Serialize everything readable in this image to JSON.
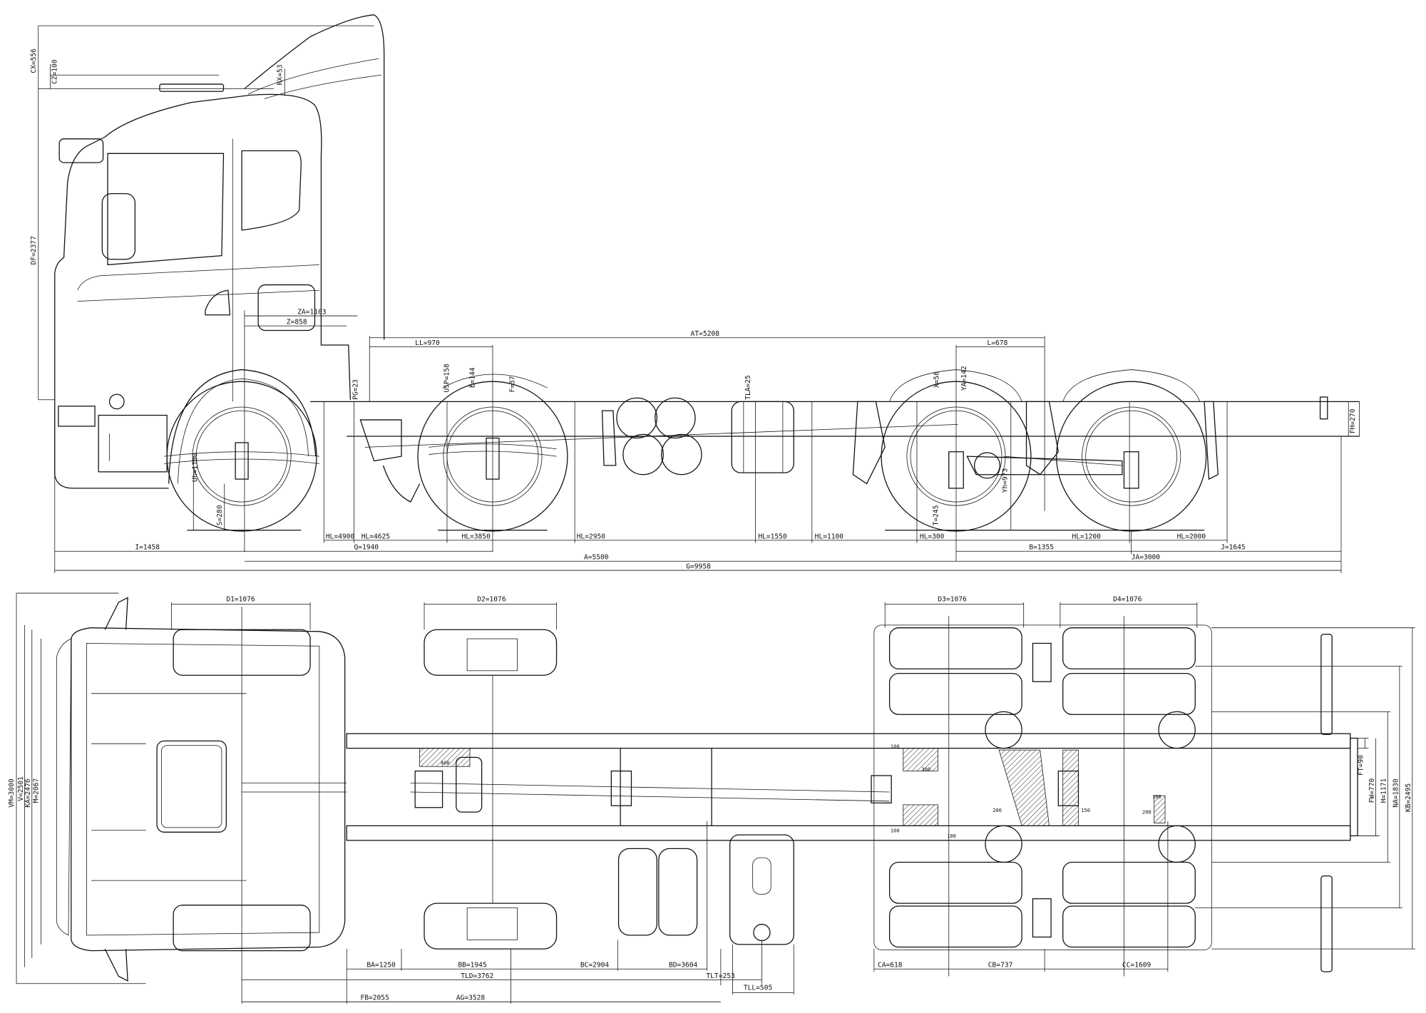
{
  "side_view": {
    "dims": {
      "cx": "CX=556",
      "cz": "CZ=100",
      "rx": "RX=53",
      "df": "DF=2377",
      "za": "ZA=1103",
      "z": "Z=858",
      "at": "AT=5208",
      "ll": "LL=970",
      "l": "L=678",
      "pg": "PG=23",
      "usp": "USP=158",
      "e": "E=144",
      "f": "F=37",
      "tla": "TLA=25",
      "x": "X=58",
      "ya": "YA=142",
      "fh": "FH=270",
      "uh": "Uh=1100",
      "s": "S=280",
      "t": "T=245",
      "yh": "Yh=973",
      "hl": [
        "HL=4900",
        "HL=4625",
        "HL=3850",
        "HL=2950",
        "HL=1550",
        "HL=1100",
        "HL=300",
        "HL=1200",
        "HL=2000"
      ],
      "i": "I=1458",
      "q": "Q=1940",
      "b": "B=1355",
      "j": "J=1645",
      "a": "A=5500",
      "ja": "JA=3000",
      "g": "G=9958"
    }
  },
  "plan_view": {
    "dims": {
      "d1": "D1=1076",
      "d2": "D2=1076",
      "d3": "D3=1076",
      "d4": "D4=1076",
      "vm": "VM=3000",
      "v": "V=2501",
      "ka": "KA=2476",
      "m": "M=2067",
      "ba": "BA=1250",
      "bb": "BB=1945",
      "bc": "BC=2904",
      "bd": "BD=3604",
      "tld": "TLD=3762",
      "tlt": "TLT=253",
      "tll": "TLL=505",
      "fb": "FB=2055",
      "ag": "AG=3528",
      "ca": "CA=618",
      "cb": "CB=737",
      "cc": "CC=1609",
      "ft": "FT=90",
      "fw": "FW=770",
      "h": "H=1171",
      "na": "NA=1830",
      "kb": "KB=2495"
    },
    "small_marks": [
      "400",
      "100",
      "300",
      "100",
      "100",
      "200",
      "150",
      "100",
      "200"
    ]
  }
}
